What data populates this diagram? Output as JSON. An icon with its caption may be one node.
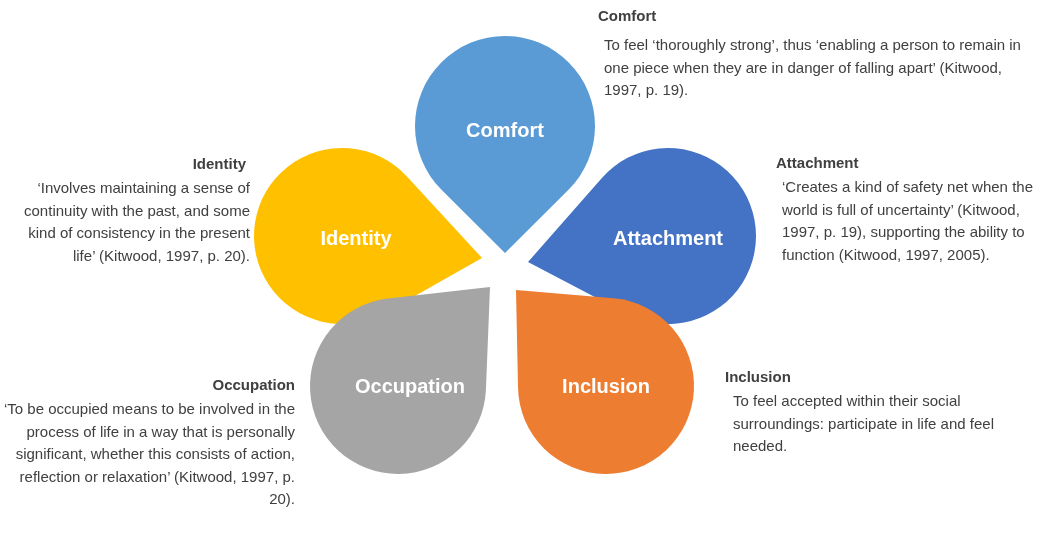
{
  "diagram": {
    "nodes": [
      {
        "text": [
          "Comfort"
        ],
        "beside": [
          "Comfort",
          "To feel ‘thoroughly strong’, thus ‘enabling a person to remain in one piece when they are in danger of falling apart’ (Kitwood, 1997, p. 19)."
        ]
      },
      {
        "text": [
          "Identity"
        ],
        "beside": [
          "Identity",
          "‘Involves maintaining a sense of continuity with the past, and some kind of consistency in the present life’ (Kitwood, 1997, p. 20)."
        ]
      },
      {
        "text": [
          "Attachment"
        ],
        "beside": [
          "Attachment",
          "‘Creates a kind of safety net when the world is full of uncertainty’ (Kitwood, 1997, p. 19), supporting the ability to function (Kitwood, 1997, 2005)."
        ]
      },
      {
        "text": [
          "Occupation"
        ],
        "beside": [
          "Occupation",
          "‘To be occupied means to be involved in the process of life in a way that is personally significant, whether this consists of action, reflection or relaxation’ (Kitwood, 1997, p. 20)."
        ]
      },
      {
        "text": [
          "Inclusion"
        ],
        "beside": [
          "Inclusion",
          "To feel accepted within their social surroundings: participate in life and feel needed."
        ]
      }
    ],
    "edges": []
  }
}
